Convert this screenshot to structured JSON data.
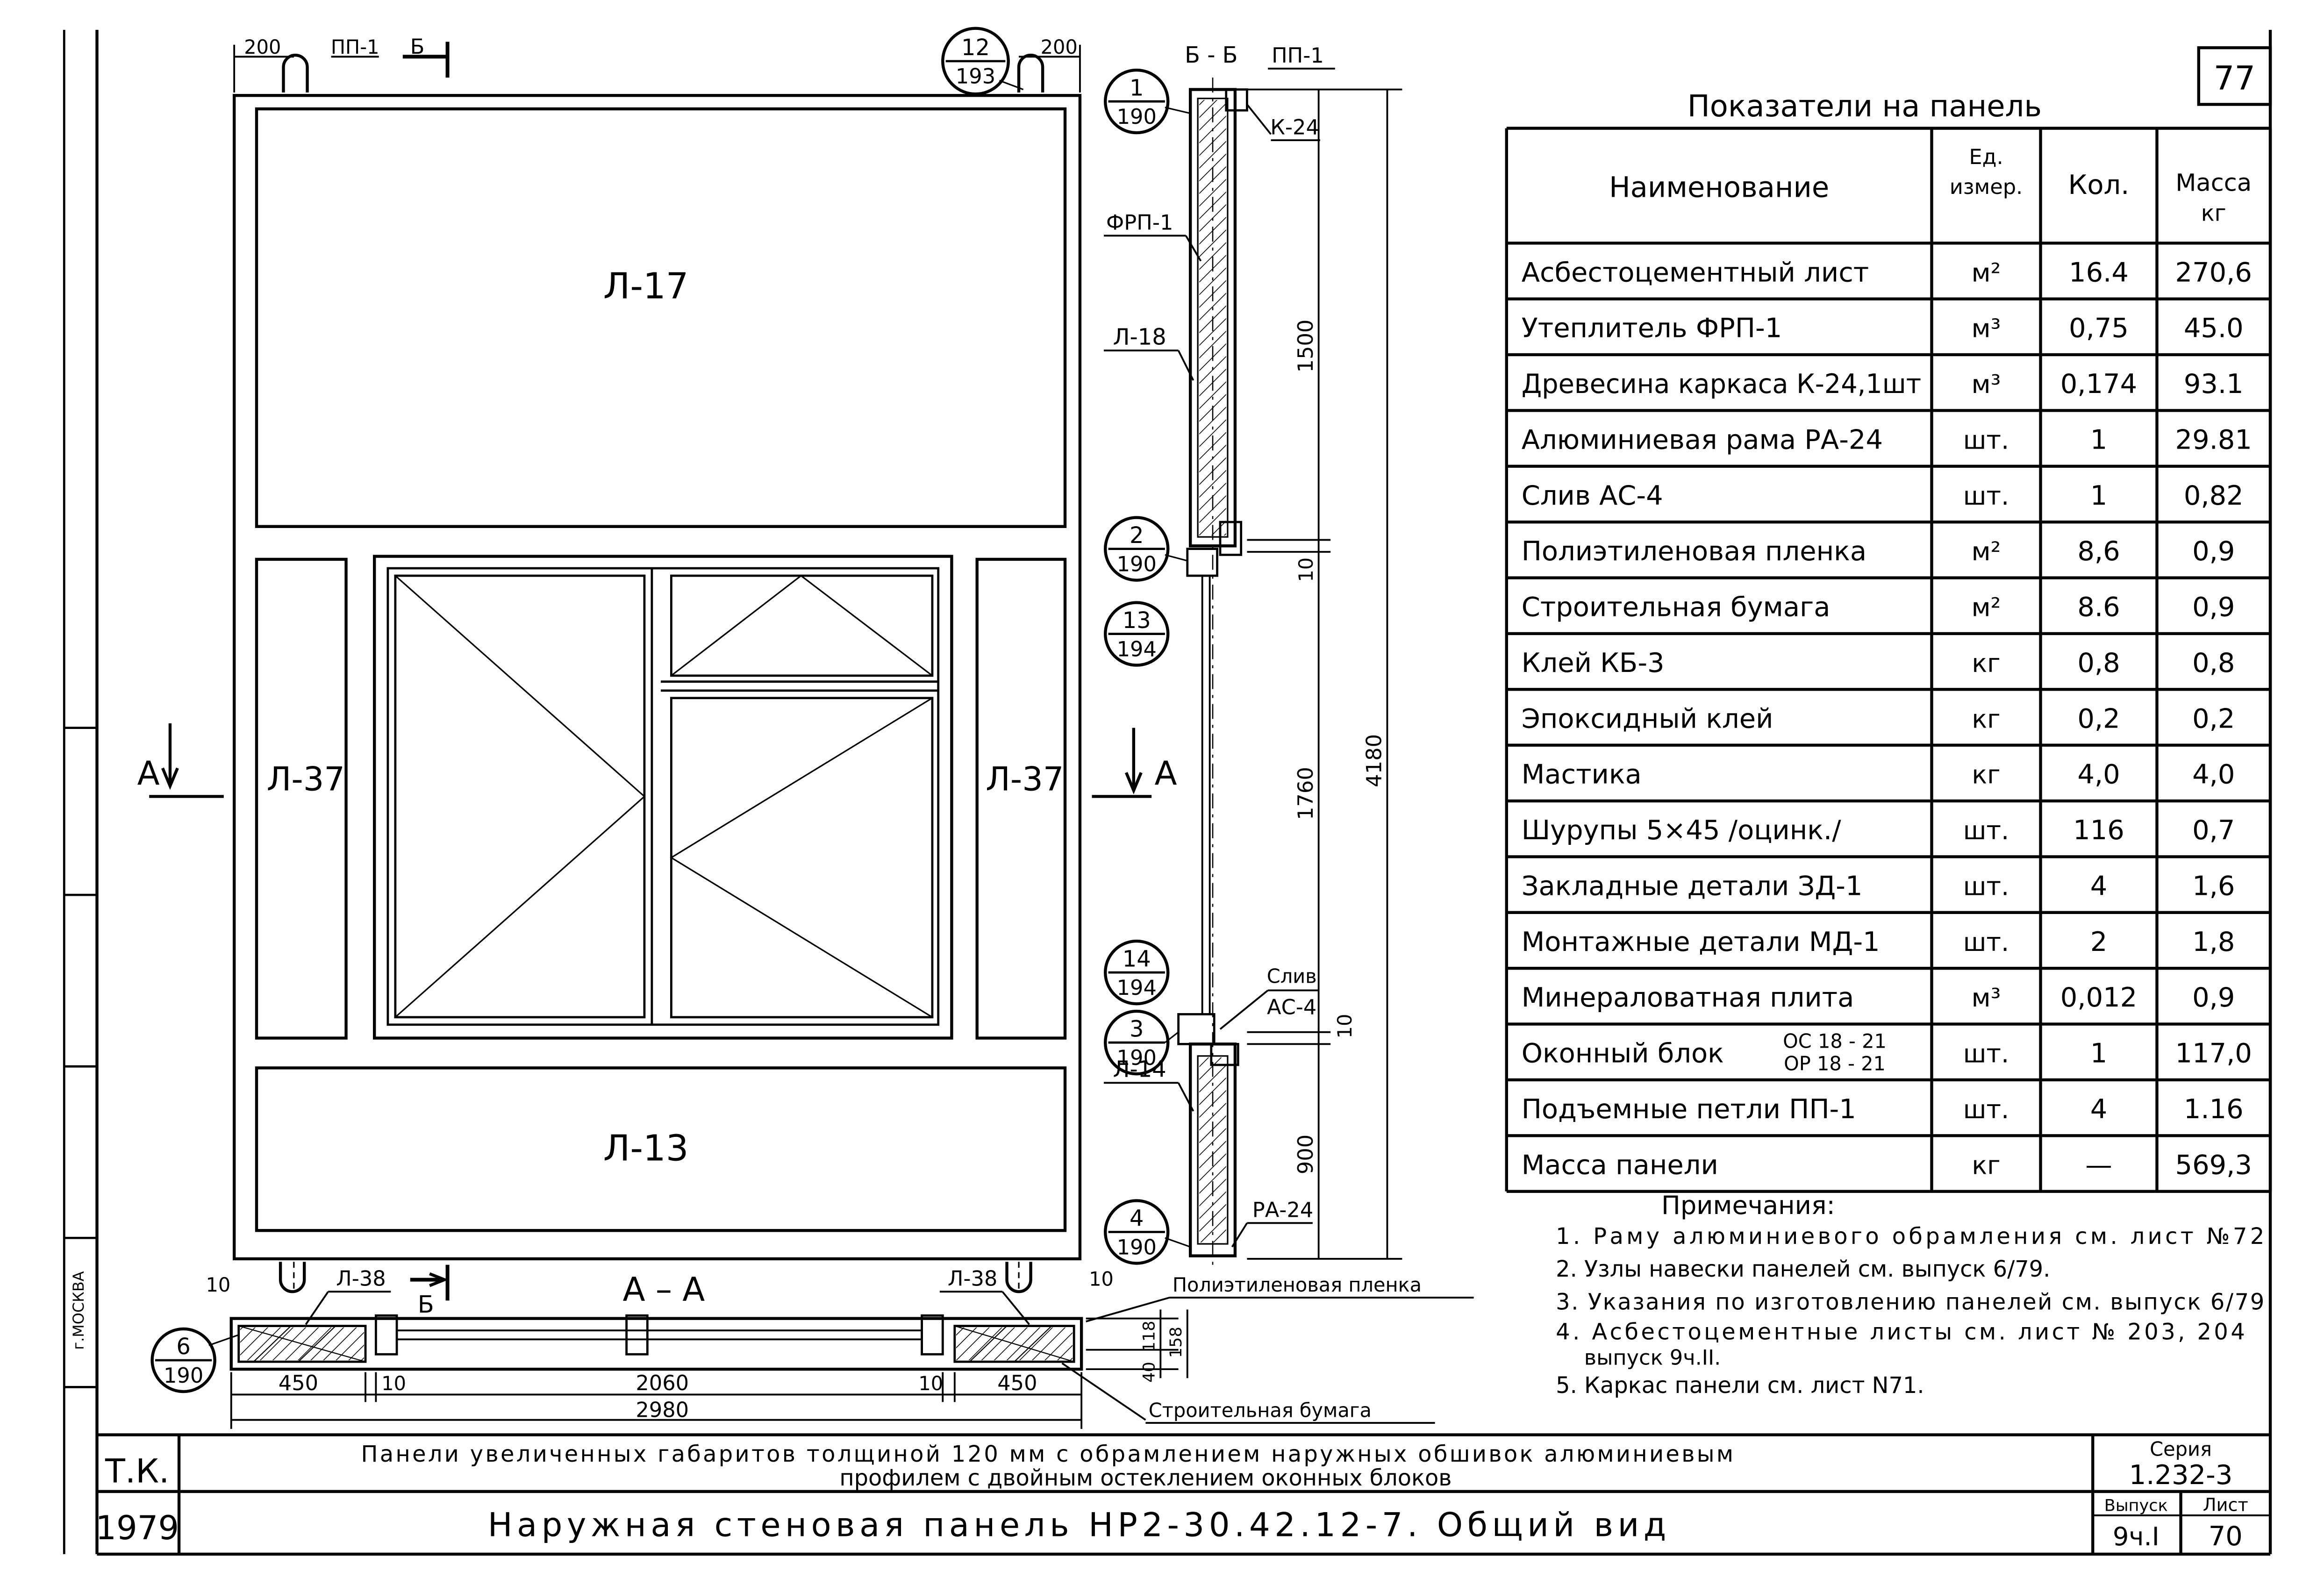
{
  "sheet_corner_number": "77",
  "front_view": {
    "top_dims": {
      "left": "200",
      "right": "200"
    },
    "top_labels": {
      "loop": "ПП-1",
      "section": "Б"
    },
    "callout_12": {
      "top": "12",
      "bottom": "193"
    },
    "panels": {
      "top": "Л-17",
      "left": "Л-37",
      "right": "Л-37",
      "bottom": "Л-13"
    },
    "section_a": "А",
    "bottom_left_label": "Л-38",
    "bottom_right_label": "Л-38",
    "section_b": "Б",
    "aa_title": "А – А",
    "callout_6": {
      "top": "6",
      "bottom": "190"
    },
    "dim_10_a": "10",
    "dim_10_b": "10",
    "bottom_dims": {
      "d450_left": "450",
      "d10_left": "10",
      "d2060": "2060",
      "d10_right": "10",
      "d450_right": "450",
      "total": "2980"
    },
    "side_dims": {
      "d118": "118",
      "d158": "158",
      "d40": "40"
    }
  },
  "section_view": {
    "title": "Б - Б",
    "title_loop": "ПП-1",
    "callouts": [
      {
        "top": "1",
        "bottom": "190"
      },
      {
        "top": "2",
        "bottom": "190"
      },
      {
        "top": "13",
        "bottom": "194"
      },
      {
        "top": "14",
        "bottom": "194"
      },
      {
        "top": "3",
        "bottom": "190"
      },
      {
        "top": "4",
        "bottom": "190"
      }
    ],
    "labels": {
      "k24": "К-24",
      "frp1": "ФРП-1",
      "l18": "Л-18",
      "sliv": "Слив",
      "ac4": "АС-4",
      "l14": "Л-14",
      "ra24": "РА-24"
    },
    "dims": {
      "d1500": "1500",
      "d10a": "10",
      "d1760": "1760",
      "d4180": "4180",
      "d10b": "10",
      "d900": "900"
    },
    "film_label": "Полиэтиленовая пленка",
    "paper_label": "Строительная бумага"
  },
  "table": {
    "title": "Показатели на панель",
    "headers": {
      "name": "Наименование",
      "unit": [
        "Ед.",
        "измер."
      ],
      "qty": "Кол.",
      "mass": [
        "Масса",
        "кг"
      ]
    },
    "rows": [
      {
        "name": "Асбестоцементный лист",
        "unit": "м²",
        "qty": "16.4",
        "mass": "270,6"
      },
      {
        "name": "Утеплитель ФРП-1",
        "unit": "м³",
        "qty": "0,75",
        "mass": "45.0"
      },
      {
        "name": "Древесина каркаса К-24,1шт",
        "unit": "м³",
        "qty": "0,174",
        "mass": "93.1"
      },
      {
        "name": "Алюминиевая рама РА-24",
        "unit": "шт.",
        "qty": "1",
        "mass": "29.81"
      },
      {
        "name": "Слив АС-4",
        "unit": "шт.",
        "qty": "1",
        "mass": "0,82"
      },
      {
        "name": "Полиэтиленовая пленка",
        "unit": "м²",
        "qty": "8,6",
        "mass": "0,9"
      },
      {
        "name": "Строительная бумага",
        "unit": "м²",
        "qty": "8.6",
        "mass": "0,9"
      },
      {
        "name": "Клей КБ-3",
        "unit": "кг",
        "qty": "0,8",
        "mass": "0,8"
      },
      {
        "name": "Эпоксидный клей",
        "unit": "кг",
        "qty": "0,2",
        "mass": "0,2"
      },
      {
        "name": "Мастика",
        "unit": "кг",
        "qty": "4,0",
        "mass": "4,0"
      },
      {
        "name": "Шурупы 5×45 /оцинк./",
        "unit": "шт.",
        "qty": "116",
        "mass": "0,7"
      },
      {
        "name": "Закладные детали ЗД-1",
        "unit": "шт.",
        "qty": "4",
        "mass": "1,6"
      },
      {
        "name": "Монтажные детали МД-1",
        "unit": "шт.",
        "qty": "2",
        "mass": "1,8"
      },
      {
        "name": "Минераловатная плита",
        "unit": "м³",
        "qty": "0,012",
        "mass": "0,9"
      },
      {
        "name": "Оконный блок",
        "name_extra": [
          "ОС 18 - 21",
          "ОР 18 - 21"
        ],
        "unit": "шт.",
        "qty": "1",
        "mass": "117,0"
      },
      {
        "name": "Подъемные петли ПП-1",
        "unit": "шт.",
        "qty": "4",
        "mass": "1.16"
      },
      {
        "name": "Масса панели",
        "unit": "кг",
        "qty": "—",
        "mass": "569,3"
      }
    ]
  },
  "notes": {
    "title": "Примечания:",
    "items": [
      "1. Раму алюминиевого обрамления см. лист №72",
      "2. Узлы навески панелей см. выпуск 6/79.",
      "3. Указания по изготовлению панелей см. выпуск 6/79",
      "4. Асбестоцементные листы см. лист № 203, 204",
      "выпуск 9ч.II.",
      "5. Каркас панели см. лист N71."
    ]
  },
  "title_block": {
    "org": "Т.К.",
    "year": "1979",
    "city": "г.МОСКВА",
    "description_line1": "Панели увеличенных габаритов толщиной 120 мм с обрамлением наружных обшивок алюминиевым",
    "description_line2": "профилем с двойным остеклением оконных блоков",
    "sheet_title": "Наружная стеновая панель НР2-30.42.12-7. Общий вид",
    "series_label": "Серия",
    "series_value": "1.232-3",
    "issue_label": "Выпуск",
    "issue_value": "9ч.I",
    "sheet_label": "Лист",
    "sheet_value": "70"
  }
}
